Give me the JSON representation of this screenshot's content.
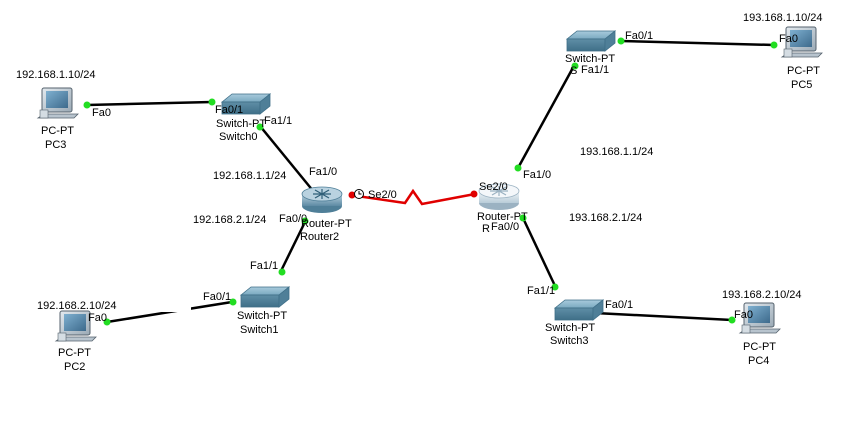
{
  "colors": {
    "ethernet_link": "#000000",
    "serial_link": "#e00000",
    "port_up": "#22dd22",
    "port_serial": "#e00000",
    "switch_body": "#6f9fb5",
    "router_body": "#7fa6bd",
    "pc_body": "#c9d3db",
    "pc_screen": "#5a86a8"
  },
  "devices": {
    "pc3": {
      "type": "PC-PT",
      "name": "PC3",
      "ip": "192.168.1.10/24",
      "port": "Fa0"
    },
    "switch0": {
      "type": "Switch-PT",
      "name": "Switch0",
      "port_a": "Fa0/1",
      "port_b": "Fa1/1"
    },
    "router2": {
      "type": "Router-PT",
      "name": "Router2",
      "port_fa10": "Fa1/0",
      "port_fa00": "Fa0/0",
      "port_se20": "Se2/0",
      "ip_fa10": "192.168.1.1/24",
      "ip_fa00": "192.168.2.1/24"
    },
    "switch1": {
      "type": "Switch-PT",
      "name": "Switch1",
      "port_a": "Fa0/1",
      "port_b": "Fa1/1"
    },
    "pc2": {
      "type": "PC-PT",
      "name": "PC2",
      "ip": "192.168.2.10/24",
      "port": "Fa0"
    },
    "router_r": {
      "type": "Router-PT",
      "name": "R",
      "port_se20": "Se2/0",
      "port_fa10": "Fa1/0",
      "port_fa00": "Fa0/0",
      "ip_fa10": "193.168.1.1/24",
      "ip_fa00": "193.168.2.1/24"
    },
    "switch2": {
      "type": "Switch-PT",
      "name": "S",
      "port_a": "Fa0/1",
      "port_b": "Fa1/1"
    },
    "pc5": {
      "type": "PC-PT",
      "name": "PC5",
      "ip": "193.168.1.10/24",
      "port": "Fa0"
    },
    "switch3": {
      "type": "Switch-PT",
      "name": "Switch3",
      "port_a": "Fa0/1",
      "port_b": "Fa1/1"
    },
    "pc4": {
      "type": "PC-PT",
      "name": "PC4",
      "ip": "193.168.2.10/24",
      "port": "Fa0"
    }
  },
  "icons": {
    "pc": "pc-icon",
    "switch": "switch-icon",
    "router": "router-icon",
    "clock": "clock-icon"
  }
}
